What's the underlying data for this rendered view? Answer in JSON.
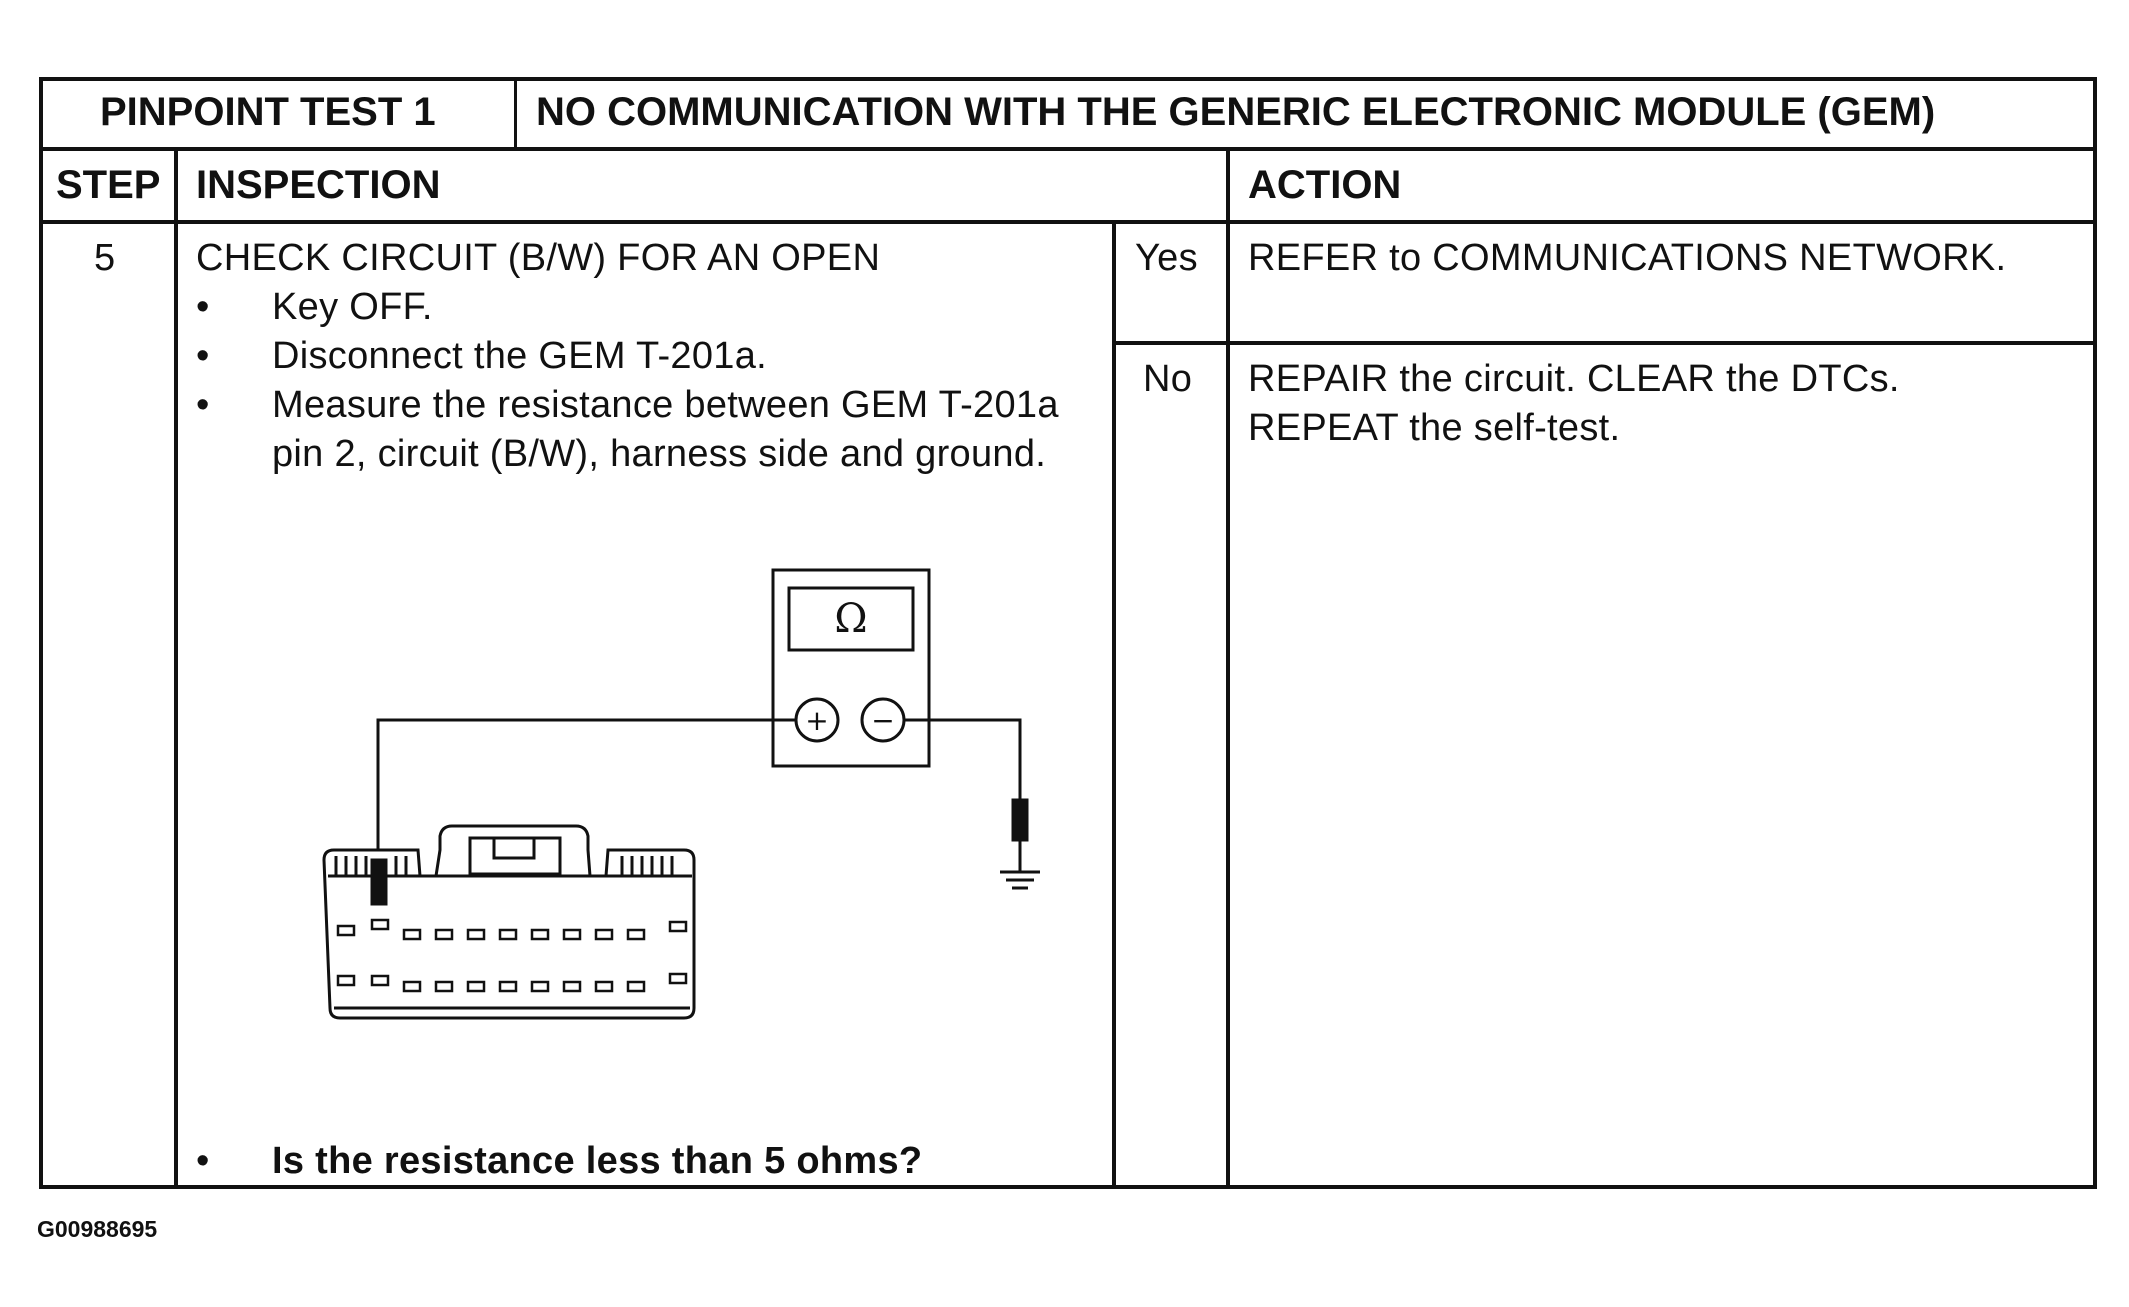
{
  "header": {
    "test_label": "PINPOINT TEST 1",
    "test_title": "NO COMMUNICATION WITH THE GENERIC ELECTRONIC MODULE (GEM)"
  },
  "columns": {
    "step": "STEP",
    "inspection": "INSPECTION",
    "action": "ACTION"
  },
  "row": {
    "step_number": "5",
    "inspection_title": "CHECK CIRCUIT (B/W) FOR AN OPEN",
    "bullets": [
      "Key OFF.",
      "Disconnect the GEM T-201a.",
      "Measure the resistance between GEM T-201a",
      "pin 2, circuit (B/W), harness side and ground."
    ],
    "question": "Is the resistance less than 5 ohms?",
    "yes_label": "Yes",
    "yes_action": "REFER to COMMUNICATIONS NETWORK.",
    "no_label": "No",
    "no_action_line1": "REPAIR the circuit.  CLEAR the DTCs.",
    "no_action_line2": "REPEAT the self-test."
  },
  "diagram": {
    "meter_symbol": "Ω",
    "plus": "+",
    "minus": "−"
  },
  "footer": {
    "figure_id": "G00988695"
  }
}
